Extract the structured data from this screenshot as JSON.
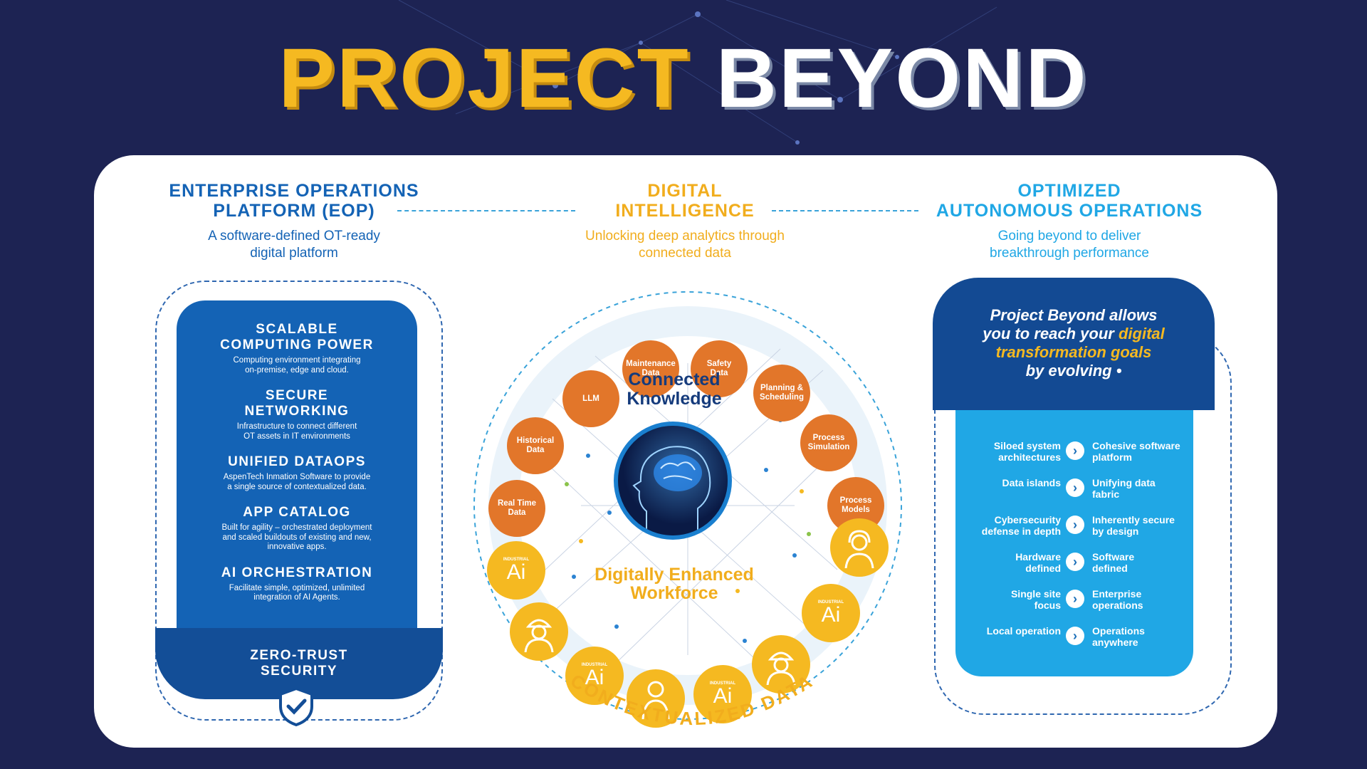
{
  "title": {
    "part1": "PROJECT",
    "part2": "BEYOND"
  },
  "columns": {
    "left": {
      "heading_line1": "ENTERPRISE OPERATIONS",
      "heading_line2": "PLATFORM (EOP)",
      "sub_line1": "A software-defined OT-ready",
      "sub_line2": "digital platform"
    },
    "center": {
      "heading_line1": "DIGITAL",
      "heading_line2": "INTELLIGENCE",
      "sub_line1": "Unlocking deep analytics through",
      "sub_line2": "connected data"
    },
    "right": {
      "heading_line1": "OPTIMIZED",
      "heading_line2": "AUTONOMOUS OPERATIONS",
      "sub_line1": "Going beyond to deliver",
      "sub_line2": "breakthrough performance"
    }
  },
  "eop": {
    "sections": [
      {
        "h1": "SCALABLE",
        "h2": "COMPUTING POWER",
        "d1": "Computing environment integrating",
        "d2": "on-premise, edge and cloud.",
        "d3": ""
      },
      {
        "h1": "SECURE",
        "h2": "NETWORKING",
        "d1": "Infrastructure to connect different",
        "d2": "OT assets in IT environments",
        "d3": ""
      },
      {
        "h1": "UNIFIED DATAOPS",
        "h2": "",
        "d1": "AspenTech Inmation Software to provide",
        "d2": "a single source of contextualized data.",
        "d3": ""
      },
      {
        "h1": "APP CATALOG",
        "h2": "",
        "d1": "Built for agility – orchestrated deployment",
        "d2": "and scaled buildouts of existing and new,",
        "d3": "innovative apps."
      },
      {
        "h1": "AI ORCHESTRATION",
        "h2": "",
        "d1": "Facilitate simple, optimized, unlimited",
        "d2": "integration of AI Agents.",
        "d3": ""
      }
    ],
    "zero_trust_line1": "ZERO-TRUST",
    "zero_trust_line2": "SECURITY"
  },
  "center": {
    "orange_nodes": [
      {
        "l1": "Real Time",
        "l2": "Data"
      },
      {
        "l1": "Historical",
        "l2": "Data"
      },
      {
        "l1": "LLM",
        "l2": ""
      },
      {
        "l1": "Maintenance",
        "l2": "Data"
      },
      {
        "l1": "Safety",
        "l2": "Data"
      },
      {
        "l1": "Planning &",
        "l2": "Scheduling"
      },
      {
        "l1": "Process",
        "l2": "Simulation"
      },
      {
        "l1": "Process",
        "l2": "Models"
      }
    ],
    "industrial_label": "INDUSTRIAL",
    "ai_label": "Ai",
    "connected_line1": "Connected",
    "connected_line2": "Knowledge",
    "workforce_line1": "Digitally Enhanced",
    "workforce_line2": "Workforce",
    "arc_text": "CONTEXTUALIZED DATA"
  },
  "right": {
    "intro_line1": "Project Beyond allows",
    "intro_line2a": "you to reach your ",
    "intro_line2b": "digital",
    "intro_line3": "transformation goals",
    "intro_line4": "by evolving",
    "rows": [
      {
        "from1": "Siloed system",
        "from2": "architectures",
        "to1": "Cohesive software",
        "to2": "platform"
      },
      {
        "from1": "Data islands",
        "from2": "",
        "to1": "Unifying data",
        "to2": "fabric"
      },
      {
        "from1": "Cybersecurity",
        "from2": "defense in depth",
        "to1": "Inherently secure",
        "to2": "by design"
      },
      {
        "from1": "Hardware",
        "from2": "defined",
        "to1": "Software",
        "to2": "defined"
      },
      {
        "from1": "Single site",
        "from2": "focus",
        "to1": "Enterprise",
        "to2": "operations"
      },
      {
        "from1": "Local operation",
        "from2": "",
        "to1": "Operations",
        "to2": "anywhere"
      }
    ],
    "arrow_glyph": "›"
  },
  "colors": {
    "navy": "#1d2353",
    "gold": "#f5b921",
    "orange": "#e2762a",
    "blue": "#1463b5",
    "sky": "#20a7e5",
    "dark_blue": "#153b7c"
  }
}
